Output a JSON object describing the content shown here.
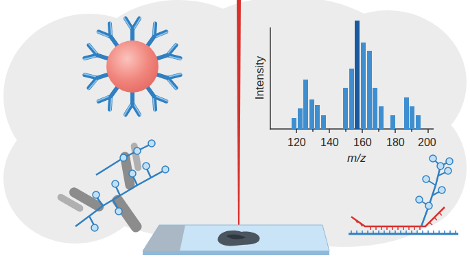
{
  "diagram": {
    "labels": [
      "Intensity",
      "m/z",
      "120",
      "140",
      "160",
      "180",
      "200"
    ]
  }
}
